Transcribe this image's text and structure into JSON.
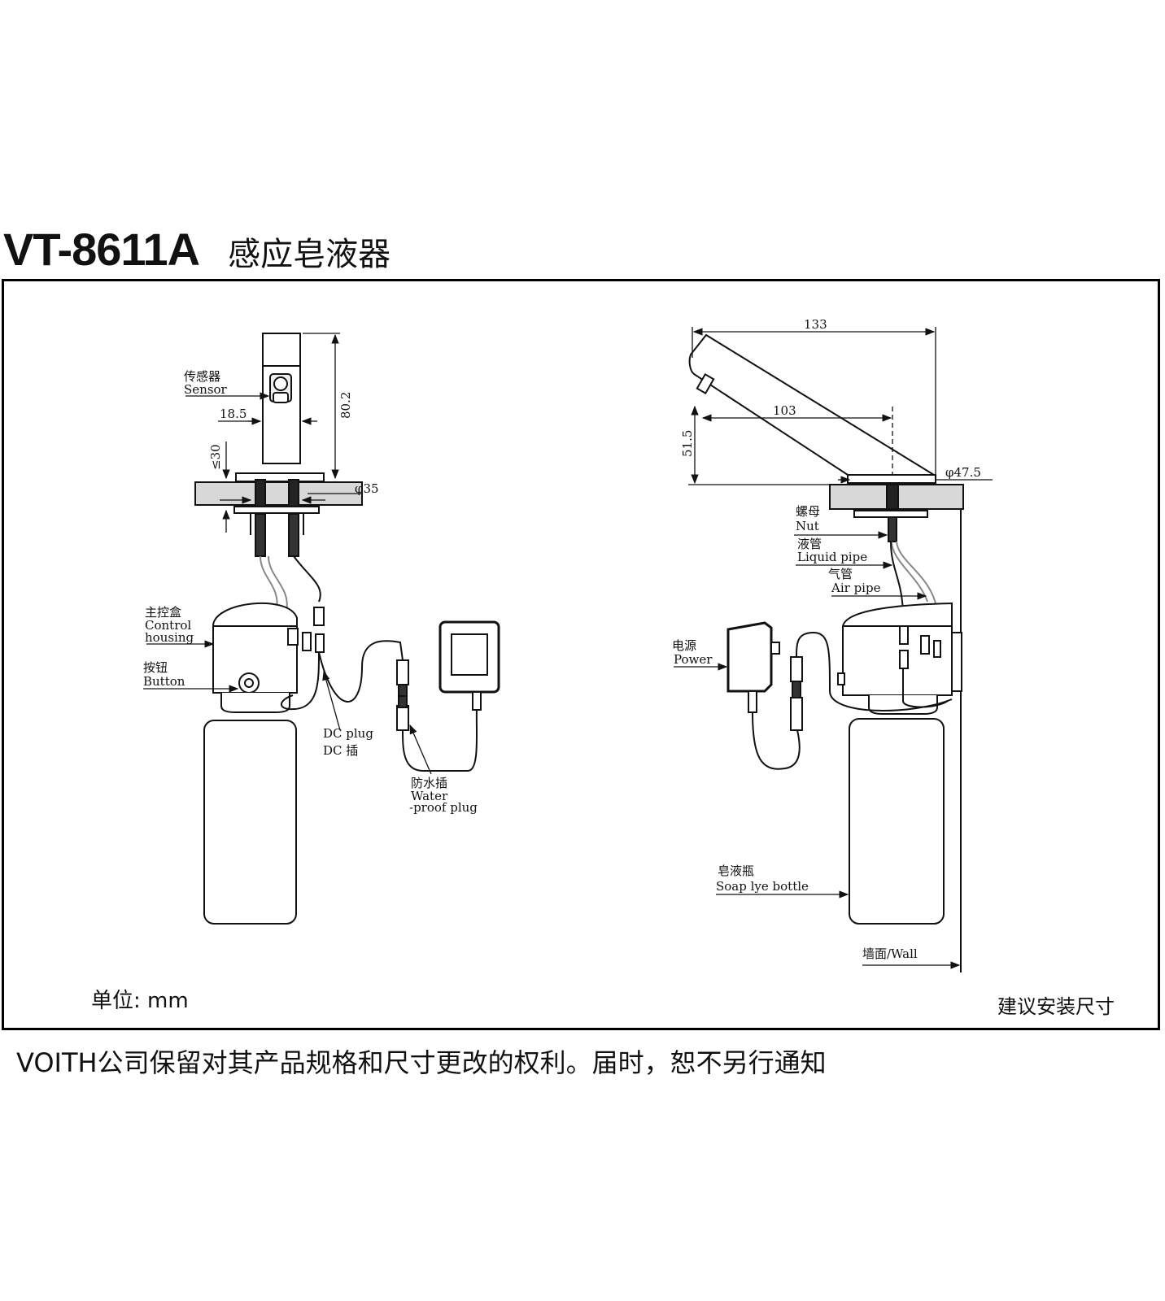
{
  "header": {
    "model": "VT-8611A",
    "product": "感应皂液器"
  },
  "left_view": {
    "sensor_cn": "传感器",
    "sensor_en": "Sensor",
    "dim_sensor_width": "18.5",
    "dim_height": "80.2",
    "dim_deck_max": "≤30",
    "dim_hole_dia": "φ35",
    "control_cn": "主控盒",
    "control_en1": "Control",
    "control_en2": "housing",
    "button_cn": "按钮",
    "button_en": "Button",
    "dc_en": "DC plug",
    "dc_cn": "DC 插",
    "waterproof_cn": "防水插",
    "waterproof_en1": "Water",
    "waterproof_en2": "-proof plug"
  },
  "right_view": {
    "dim_length": "133",
    "dim_reach": "103",
    "dim_spout_height": "51.5",
    "dim_base_dia": "φ47.5",
    "nut_cn": "螺母",
    "nut_en": "Nut",
    "liquid_cn": "液管",
    "liquid_en": "Liquid pipe",
    "air_cn": "气管",
    "air_en": "Air pipe",
    "power_cn": "电源",
    "power_en": "Power",
    "bottle_cn": "皂液瓶",
    "bottle_en": "Soap lye bottle",
    "wall": "墙面/Wall"
  },
  "unit_label": "单位: mm",
  "install_label": "建议安装尺寸",
  "footer": "VOITH公司保留对其产品规格和尺寸更改的权利。届时，恕不另行通知"
}
